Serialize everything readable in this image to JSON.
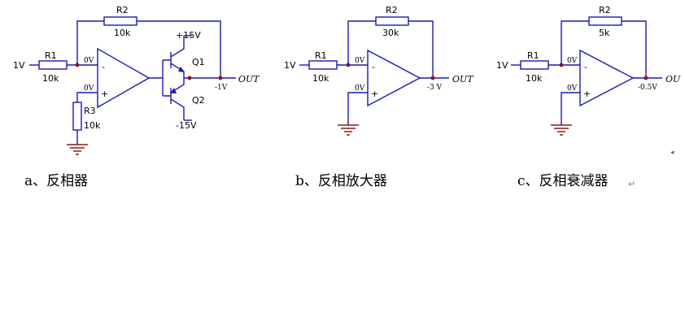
{
  "colors": {
    "wire": "#1a1ab4",
    "ground": "#8b1a1a",
    "junction": "#8b1a1a",
    "text": "#000000"
  },
  "circuits": {
    "a": {
      "input": "1V",
      "r1": {
        "name": "R1",
        "value": "10k"
      },
      "r2": {
        "name": "R2",
        "value": "10k"
      },
      "r3": {
        "name": "R3",
        "value": "10k"
      },
      "inv_node": "0V",
      "noninv_node": "0V",
      "minus": "-",
      "plus": "+",
      "q1": "Q1",
      "q2": "Q2",
      "vpos": "+15V",
      "vneg": "-15V",
      "out_value": "-1V",
      "out_label": "OUT",
      "caption": "a、反相器"
    },
    "b": {
      "input": "1V",
      "r1": {
        "name": "R1",
        "value": "10k"
      },
      "r2": {
        "name": "R2",
        "value": "30k"
      },
      "inv_node": "0V",
      "noninv_node": "0V",
      "minus": "-",
      "plus": "+",
      "out_value": "-3 V",
      "out_label": "OUT",
      "caption": "b、反相放大器"
    },
    "c": {
      "input": "1V",
      "r1": {
        "name": "R1",
        "value": "10k"
      },
      "r2": {
        "name": "R2",
        "value": "5k"
      },
      "inv_node": "0V",
      "noninv_node": "0V",
      "minus": "-",
      "plus": "+",
      "out_value": "-0.5V",
      "out_label": "OU",
      "caption": "c、反相衰减器",
      "caption_mark": "↵"
    },
    "stray_mark": "◂"
  }
}
